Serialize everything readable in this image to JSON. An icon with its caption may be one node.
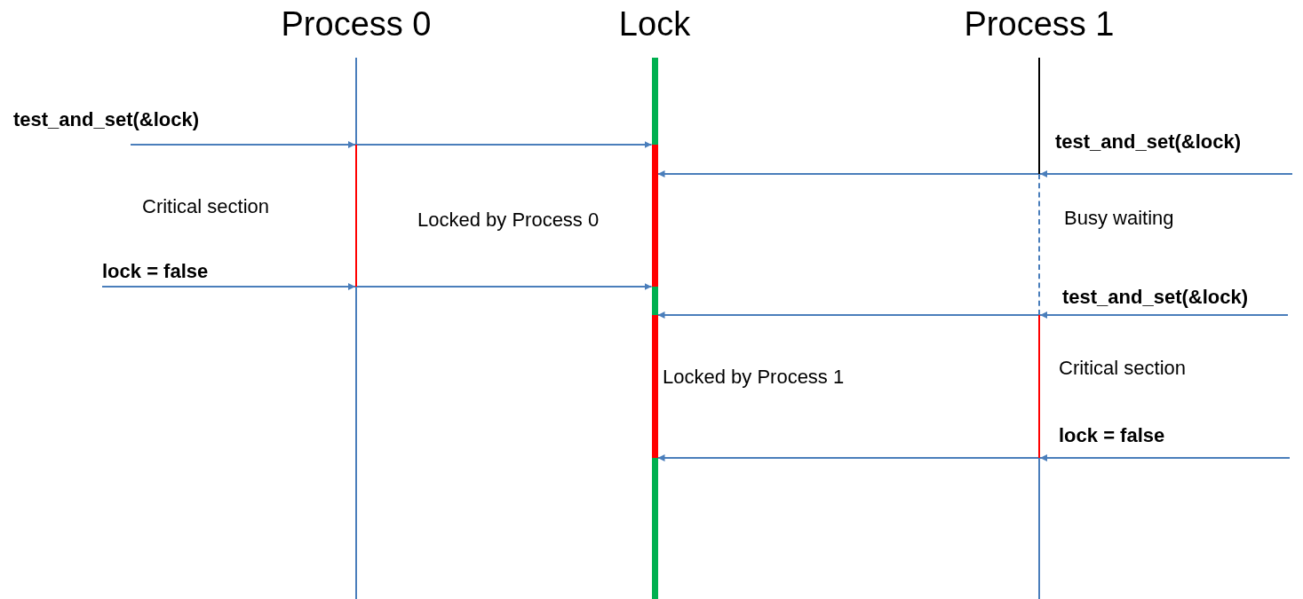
{
  "diagram": {
    "nodes": [
      {
        "text": [
          "Process 0"
        ]
      },
      {
        "text": [
          "Lock"
        ]
      },
      {
        "text": [
          "Process 1"
        ]
      }
    ],
    "edges": [
      {
        "from": null,
        "to": 0,
        "arrow": "to",
        "label": "test_and_set(&lock)"
      },
      {
        "from": 0,
        "to": 1,
        "arrow": "to"
      },
      {
        "from": null,
        "to": 2,
        "arrow": "to",
        "label": "test_and_set(&lock)"
      },
      {
        "from": 2,
        "to": 1,
        "arrow": "to"
      },
      {
        "from": null,
        "to": 0,
        "arrow": "to",
        "label": "lock = false"
      },
      {
        "from": 0,
        "to": 1,
        "arrow": "to"
      },
      {
        "from": null,
        "to": 2,
        "arrow": "to",
        "label": "test_and_set(&lock)"
      },
      {
        "from": 2,
        "to": 1,
        "arrow": "to"
      },
      {
        "from": null,
        "to": 2,
        "arrow": "to",
        "label": "lock = false"
      },
      {
        "from": 2,
        "to": 1,
        "arrow": "to"
      }
    ],
    "labels": [
      "Critical section",
      "Locked by Process 0",
      "Busy waiting",
      "Critical section",
      "Locked by Process 1"
    ]
  }
}
